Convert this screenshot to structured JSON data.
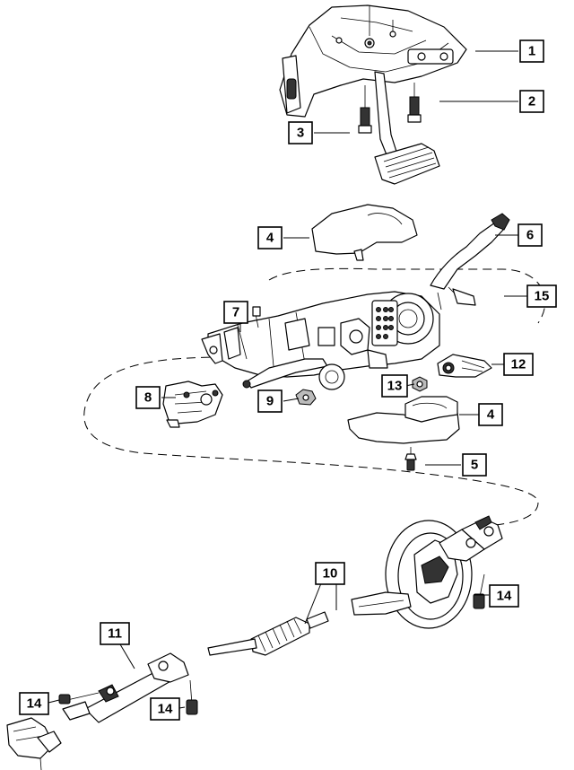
{
  "diagram": {
    "callouts": [
      {
        "id": "c1",
        "label": "1"
      },
      {
        "id": "c2",
        "label": "2"
      },
      {
        "id": "c3",
        "label": "3"
      },
      {
        "id": "c4a",
        "label": "4"
      },
      {
        "id": "c6",
        "label": "6"
      },
      {
        "id": "c15",
        "label": "15"
      },
      {
        "id": "c7",
        "label": "7"
      },
      {
        "id": "c12",
        "label": "12"
      },
      {
        "id": "c8",
        "label": "8"
      },
      {
        "id": "c9",
        "label": "9"
      },
      {
        "id": "c13",
        "label": "13"
      },
      {
        "id": "c4b",
        "label": "4"
      },
      {
        "id": "c5",
        "label": "5"
      },
      {
        "id": "c10",
        "label": "10"
      },
      {
        "id": "c14a",
        "label": "14"
      },
      {
        "id": "c11",
        "label": "11"
      },
      {
        "id": "c14b",
        "label": "14"
      },
      {
        "id": "c14c",
        "label": "14"
      }
    ]
  }
}
